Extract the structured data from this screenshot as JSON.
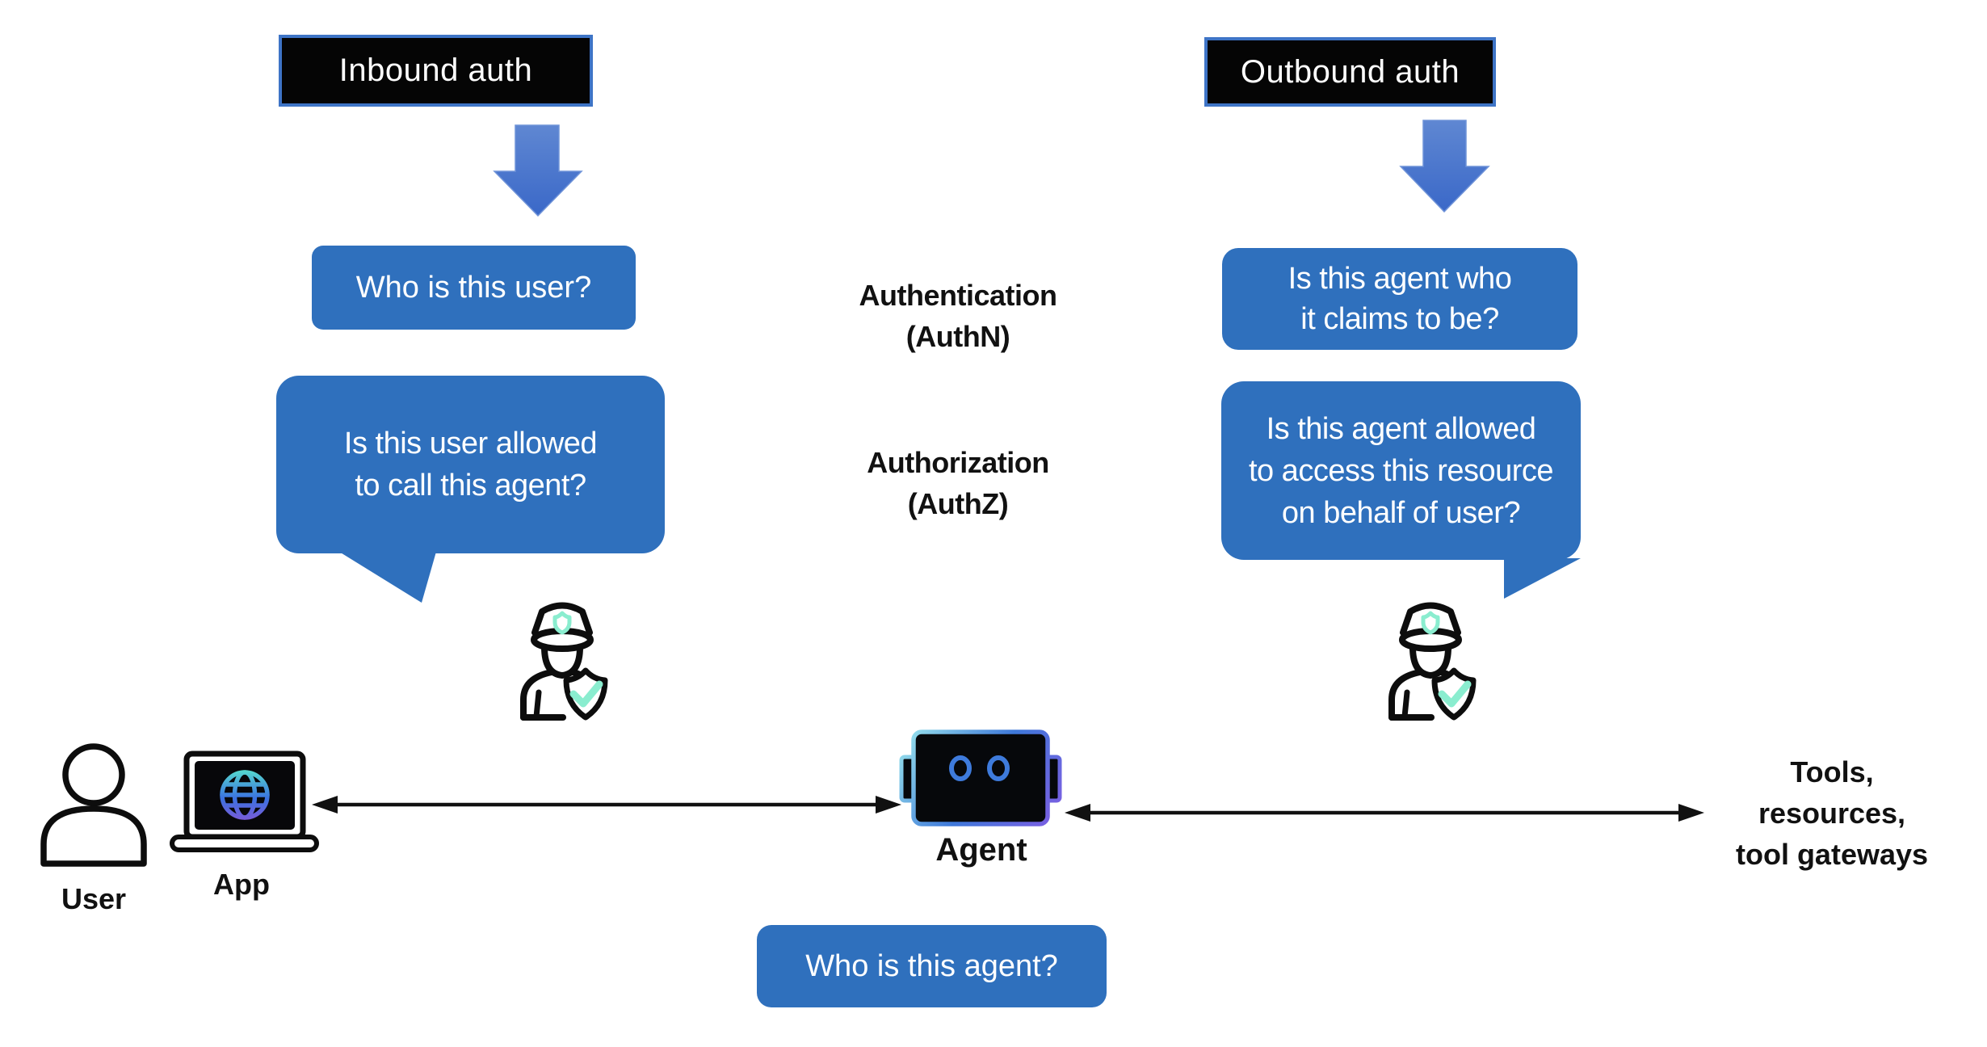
{
  "inbound": {
    "header": "Inbound auth",
    "question_user": "Who is this user?",
    "question_allowed": "Is this user allowed\nto call this agent?"
  },
  "outbound": {
    "header": "Outbound auth",
    "question_identity": "Is this agent who\nit claims to be?",
    "question_resource": "Is this agent allowed\nto access this resource\non behalf of user?"
  },
  "center_labels": {
    "authn": "Authentication\n(AuthN)",
    "authz": "Authorization\n(AuthZ)"
  },
  "actors": {
    "user": "User",
    "app": "App",
    "agent": "Agent",
    "tools": "Tools,\nresources,\ntool gateways"
  },
  "bottom_question": "Who is this agent?",
  "icons": {
    "inbound_guard": "police-officer-shield-check-icon",
    "outbound_guard": "police-officer-shield-check-icon",
    "user": "person-outline-icon",
    "app": "laptop-globe-icon",
    "agent": "robot-head-icon",
    "down_arrows": "block-down-arrow-icon",
    "flow_arrows": "double-headed-arrow-icon"
  },
  "colors": {
    "bubble_blue": "#2f70bd",
    "header_bg": "#050505",
    "header_border": "#3e74c6",
    "block_arrow_top": "#5f87d2",
    "block_arrow_bottom": "#3a68c8",
    "accent_teal": "#8aedcf",
    "line_black": "#111111",
    "text_white": "#ffffff"
  }
}
